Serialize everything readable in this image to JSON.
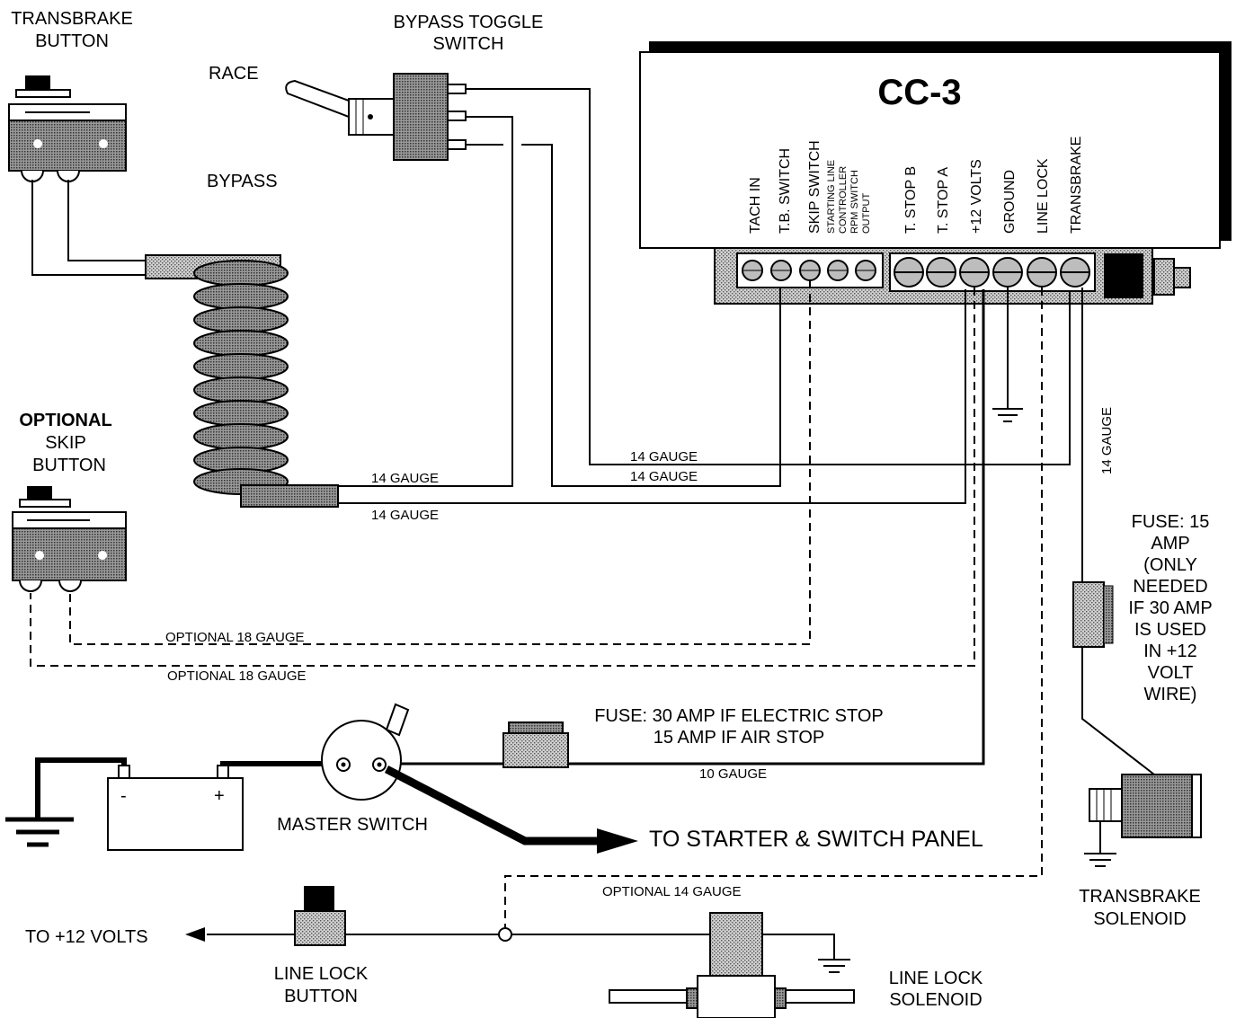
{
  "labels": {
    "transbrake_button": [
      "TRANSBRAKE",
      "BUTTON"
    ],
    "bypass_toggle": [
      "BYPASS TOGGLE",
      "SWITCH"
    ],
    "race": "RACE",
    "bypass": "BYPASS",
    "controller_name": "CC-3",
    "optional": "OPTIONAL",
    "skip_button": [
      "SKIP",
      "BUTTON"
    ],
    "fuse_15": [
      "FUSE: 15",
      "AMP",
      "(ONLY",
      "NEEDED",
      "IF 30 AMP",
      "IS USED",
      "IN +12",
      "VOLT",
      "WIRE)"
    ],
    "fuse_main": [
      "FUSE: 30 AMP IF ELECTRIC STOP",
      "15 AMP IF AIR STOP"
    ],
    "master_switch": "MASTER SWITCH",
    "to_starter": "TO STARTER & SWITCH PANEL",
    "to_12v": "TO +12 VOLTS",
    "line_lock_button": [
      "LINE LOCK",
      "BUTTON"
    ],
    "line_lock_solenoid": [
      "LINE LOCK",
      "SOLENOID"
    ],
    "transbrake_solenoid": [
      "TRANSBRAKE",
      "SOLENOID"
    ],
    "battery_neg": "-",
    "battery_pos": "+"
  },
  "terminals": {
    "tach_in": "TACH IN",
    "tb_switch": "T.B. SWITCH",
    "skip_switch": "SKIP SWITCH",
    "starting_line": [
      "STARTING LINE",
      "CONTROLLER",
      "RPM SWITCH",
      "OUTPUT"
    ],
    "t_stop_b": "T. STOP B",
    "t_stop_a": "T. STOP A",
    "plus_12": "+12 VOLTS",
    "ground": "GROUND",
    "line_lock": "LINE LOCK",
    "transbrake": "TRANSBRAKE"
  },
  "gauges": {
    "g14_a": "14 GAUGE",
    "g14_b": "14 GAUGE",
    "g14_c": "14 GAUGE",
    "g14_d": "14 GAUGE",
    "g14_e": "14 GAUGE",
    "opt18_a": "OPTIONAL 18 GAUGE",
    "opt18_b": "OPTIONAL 18 GAUGE",
    "g10": "10 GAUGE",
    "opt14": "OPTIONAL 14 GAUGE"
  }
}
